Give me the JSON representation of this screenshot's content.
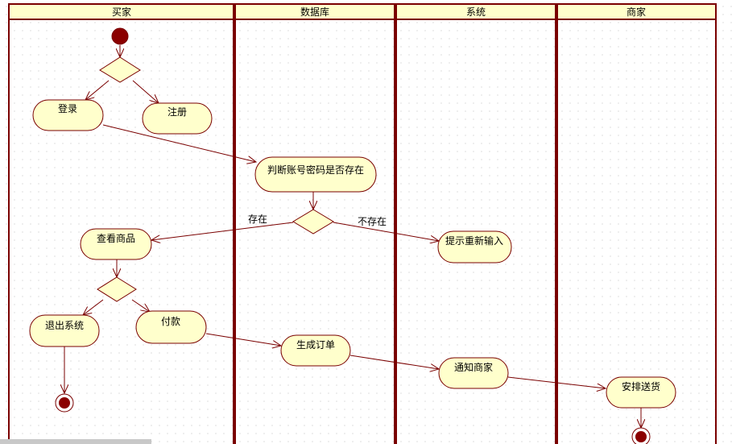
{
  "lanes": [
    {
      "id": "buyer",
      "title": "买家"
    },
    {
      "id": "database",
      "title": "数据库"
    },
    {
      "id": "system",
      "title": "系统"
    },
    {
      "id": "merchant",
      "title": "商家"
    }
  ],
  "nodes": {
    "login": {
      "label": "登录"
    },
    "register": {
      "label": "注册"
    },
    "check_account": {
      "label": "判断账号密码是否存在"
    },
    "view_products": {
      "label": "查看商品"
    },
    "prompt_reenter": {
      "label": "提示重新输入"
    },
    "exit_system": {
      "label": "退出系统"
    },
    "pay": {
      "label": "付款"
    },
    "generate_order": {
      "label": "生成订单"
    },
    "notify_merchant": {
      "label": "通知商家"
    },
    "arrange_delivery": {
      "label": "安排送货"
    }
  },
  "guards": {
    "exists": "存在",
    "not_exists": "不存在"
  },
  "colors": {
    "border": "#7a0000",
    "fill": "#ffffcc",
    "header_fill": "#ffffcc",
    "start_fill": "#8b0000"
  }
}
